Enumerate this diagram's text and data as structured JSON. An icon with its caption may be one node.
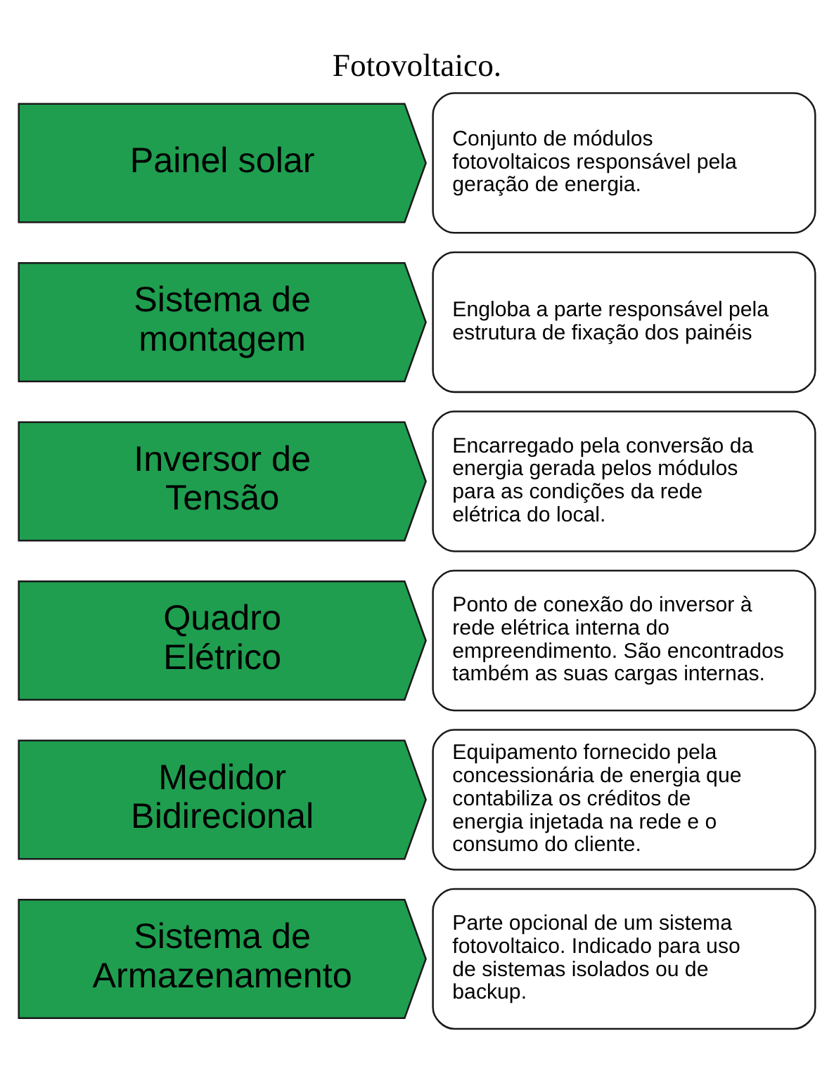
{
  "diagram": {
    "title": "Fotovoltaico.",
    "nodes": [
      {
        "text": [
          "Painel solar"
        ]
      },
      {
        "text": [
          "Conjunto de módulos fotovoltaicos responsável pela geração de energia."
        ]
      },
      {
        "text": [
          "Sistema de montagem"
        ]
      },
      {
        "text": [
          "Engloba a parte responsável pela estrutura de fixação dos painéis"
        ]
      },
      {
        "text": [
          "Inversor de Tensão"
        ]
      },
      {
        "text": [
          "Encarregado pela conversão da energia gerada pelos módulos para as condições da rede elétrica do local."
        ]
      },
      {
        "text": [
          "Quadro Elétrico"
        ]
      },
      {
        "text": [
          "Ponto de conexão do inversor à rede elétrica interna do empreendimento. São encontrados também as suas cargas internas."
        ]
      },
      {
        "text": [
          "Medidor Bidirecional"
        ]
      },
      {
        "text": [
          "Equipamento fornecido pela concessionária de energia que contabiliza os créditos de energia injetada na rede e o consumo do cliente."
        ]
      },
      {
        "text": [
          "Sistema de Armazenamento"
        ]
      },
      {
        "text": [
          "Parte opcional de um sistema fotovoltaico. Indicado para uso de sistemas isolados ou de backup."
        ]
      }
    ],
    "edges": []
  }
}
